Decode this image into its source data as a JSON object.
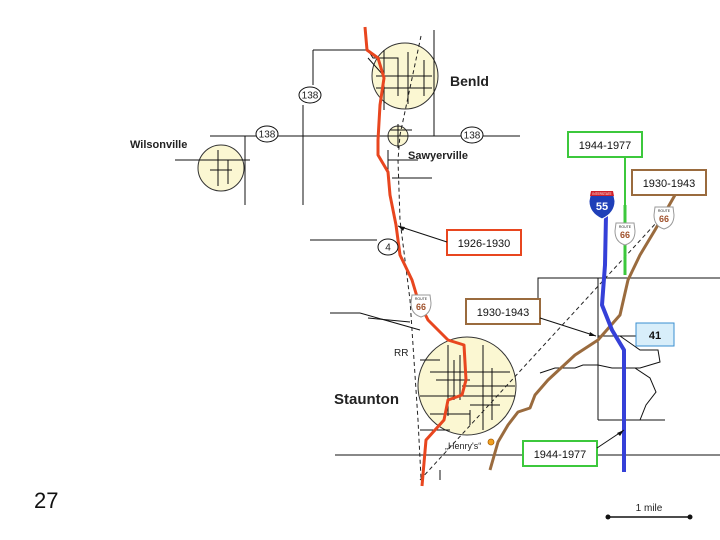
{
  "page_number": "27",
  "towns": {
    "benld": "Benld",
    "sawyerville": "Sawyerville",
    "wilsonville": "Wilsonville",
    "staunton": "Staunton"
  },
  "labels": {
    "railroad": "RR",
    "henrys": "„Henry's“"
  },
  "route_markers": {
    "il138_a": "138",
    "il138_b": "138",
    "il138_c": "138",
    "il4": "4",
    "us66_a": "66",
    "us66_b": "66",
    "us66_c": "66",
    "i55": "55",
    "i55_top": "INTERSTATE",
    "il41": "41",
    "us66_top": "ROUTE"
  },
  "era_boxes": {
    "green_top": "1944-1977",
    "brown_top": "1930-1943",
    "red": "1926-1930",
    "brown_mid": "1930-1943",
    "green_bottom": "1944-1977"
  },
  "scale": {
    "label": "1 mile"
  },
  "colors": {
    "route_1926": "#e8461f",
    "route_1930": "#9a6b3e",
    "route_1944": "#3cc83c",
    "interstate": "#3540d8",
    "town_fill": "#fbf7d2",
    "il41_box": "#d8eefa"
  }
}
